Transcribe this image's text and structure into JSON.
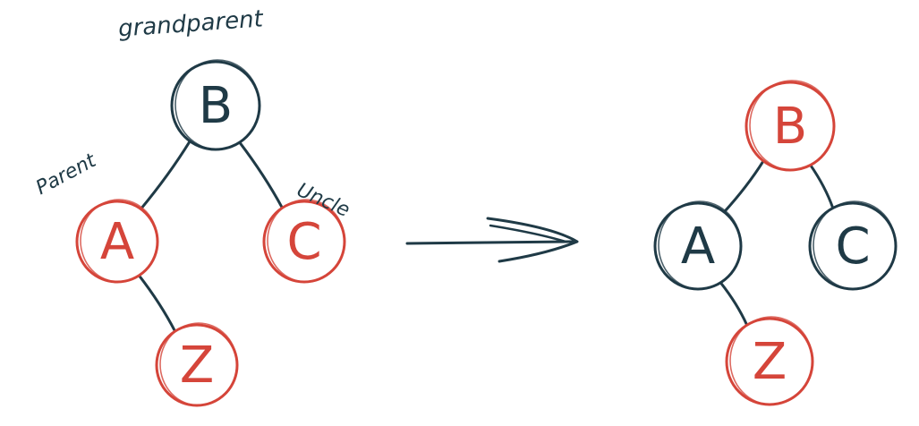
{
  "colors": {
    "black": "#1f3a46",
    "red": "#d5453a"
  },
  "labels": {
    "grandparent": "grandparent",
    "parent": "Parent",
    "uncle": "Uncle"
  },
  "before": {
    "nodes": [
      {
        "id": "B",
        "label": "B",
        "color": "black"
      },
      {
        "id": "A",
        "label": "A",
        "color": "red"
      },
      {
        "id": "C",
        "label": "C",
        "color": "red"
      },
      {
        "id": "Z",
        "label": "Z",
        "color": "red"
      }
    ],
    "edges": [
      [
        "B",
        "A"
      ],
      [
        "B",
        "C"
      ],
      [
        "A",
        "Z"
      ]
    ]
  },
  "after": {
    "nodes": [
      {
        "id": "B",
        "label": "B",
        "color": "red"
      },
      {
        "id": "A",
        "label": "A",
        "color": "black"
      },
      {
        "id": "C",
        "label": "C",
        "color": "black"
      },
      {
        "id": "Z",
        "label": "Z",
        "color": "red"
      }
    ],
    "edges": [
      [
        "B",
        "A"
      ],
      [
        "B",
        "C"
      ],
      [
        "A",
        "Z"
      ]
    ]
  }
}
